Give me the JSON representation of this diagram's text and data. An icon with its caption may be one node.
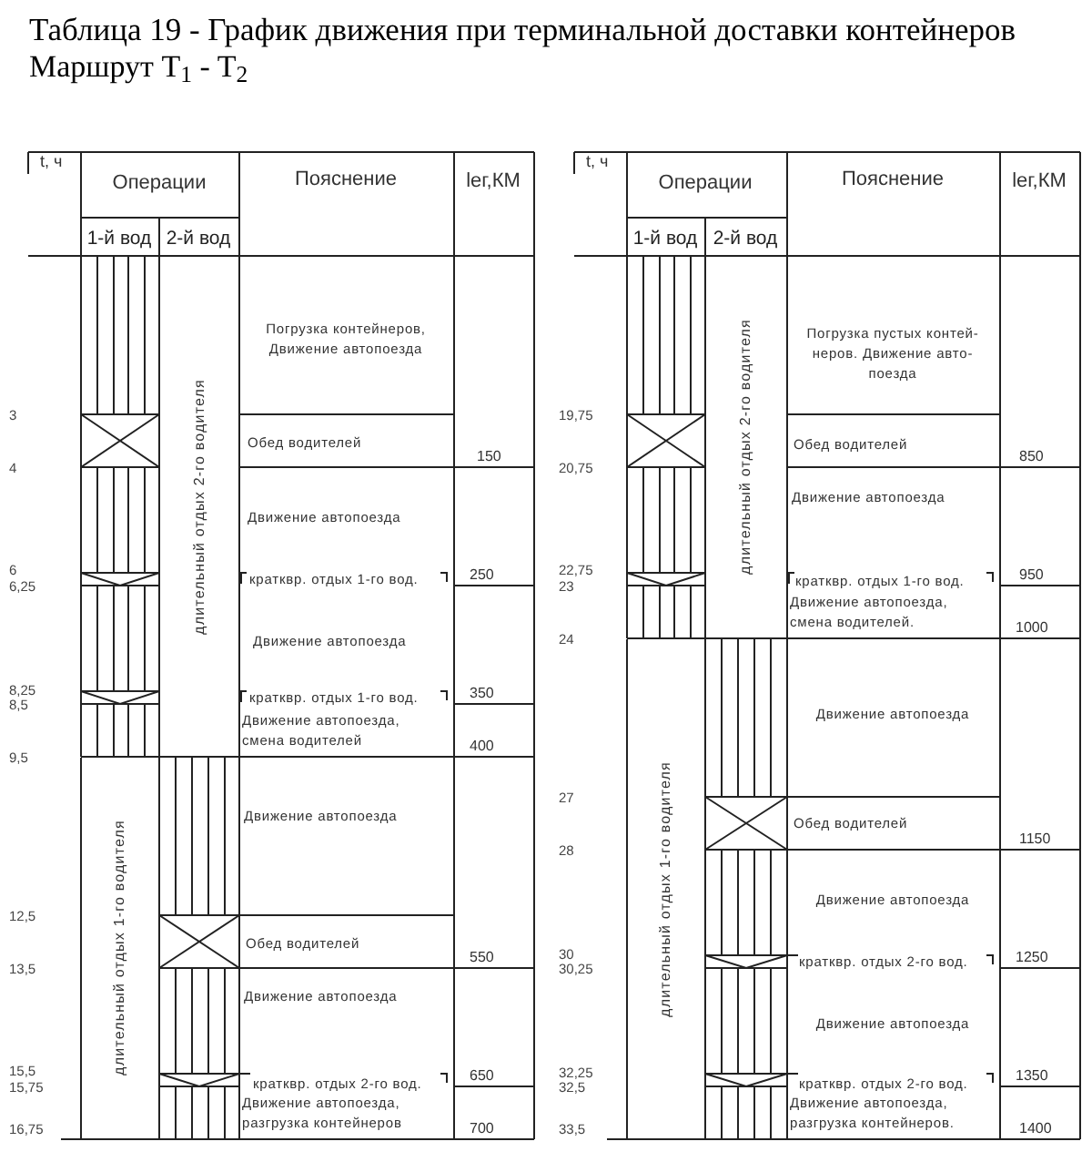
{
  "diagram": {
    "title": "Таблица 19 - График движения при терминальной доставки контейнеров",
    "nodes": [
      {
        "text": [
          "длительный отдых 2-го водителя"
        ]
      },
      {
        "text": [
          "длительный отдых 1-го водителя"
        ]
      },
      {
        "text": [
          "длительный отдых 2-го водителя"
        ]
      },
      {
        "text": [
          "длительный отдых 1-го водителя"
        ]
      }
    ],
    "labels": [
      "Маршрут T$_{1}$ - T$_{2}$",
      "t, ч",
      "Операции",
      "Пояснение",
      "lег,КМ",
      "1-й вод",
      "2-й вод",
      "Погрузка контейнеров, Движение автопоезда",
      "3",
      "Обед водителей",
      "150",
      "4",
      "Движение автопоезда",
      "6",
      "6,25",
      "кратквр. отдых 1-го вод.",
      "250",
      "Движение автопоезда",
      "8,25",
      "8,5",
      "кратквр. отдых 1-го вод.",
      "350",
      "Движение автопоезда, смена водителей",
      "9,5",
      "400",
      "Движение автопоезда",
      "12,5",
      "Обед водителей",
      "13,5",
      "550",
      "Движение автопоезда",
      "15,5",
      "15,75",
      "кратквр. отдых 2-го вод.",
      "650",
      "Движение автопоезда, разгрузка контейнеров",
      "16,75",
      "700",
      "t, ч",
      "Операции",
      "Пояснение",
      "lег,КМ",
      "1-й вод",
      "2-й вод",
      "Погрузка пустых контей- неров. Движение авто- поезда",
      "19,75",
      "Обед водителей",
      "20,75",
      "850",
      "Движение автопоезда",
      "22,75",
      "23",
      "кратквр. отдых 1-го вод.",
      "950",
      "Движение автопоезда, смена водителей.",
      "24",
      "1000",
      "Движение автопоезда",
      "27",
      "Обед водителей",
      "28",
      "1150",
      "Движение автопоезда",
      "30",
      "30,25",
      "кратквр. отдых 2-го вод.",
      "1250",
      "Движение автопоезда",
      "32,25",
      "32,5",
      "кратквр. отдых 2-го вод.",
      "1350",
      "Движение автопоезда, разгрузка контейнеров.",
      "33,5",
      "1400"
    ]
  }
}
